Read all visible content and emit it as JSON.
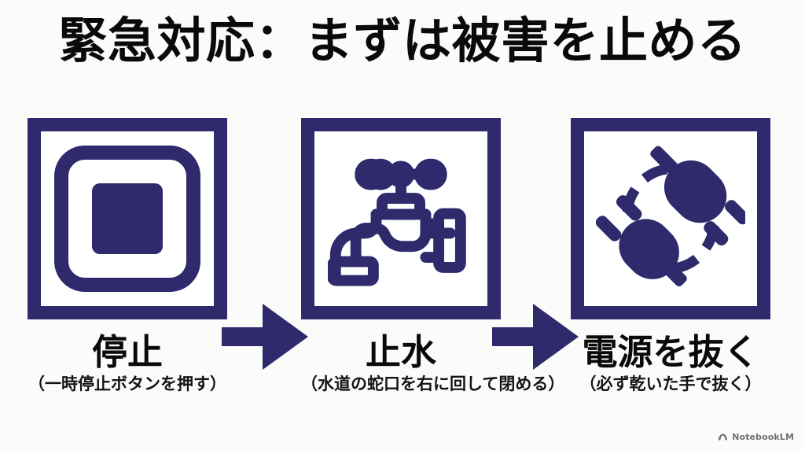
{
  "slide": {
    "title": "緊急対応：まずは被害を止める",
    "background_color": "#fbfbfa",
    "accent_color": "#2e2a6b",
    "text_color": "#0a0a0a"
  },
  "steps": [
    {
      "label": "停止",
      "sublabel": "（一時停止ボタンを押す）",
      "icon": "stop-button-icon"
    },
    {
      "label": "止水",
      "sublabel": "（水道の蛇口を右に回して閉める）",
      "icon": "faucet-icon"
    },
    {
      "label": "電源を抜く",
      "sublabel": "（必ず乾いた手で抜く）",
      "icon": "unplugged-plug-icon"
    }
  ],
  "arrows": [
    {
      "direction": "right"
    },
    {
      "direction": "right"
    }
  ],
  "watermark": {
    "text": "NotebookLM",
    "icon": "notebooklm-logo-icon"
  }
}
